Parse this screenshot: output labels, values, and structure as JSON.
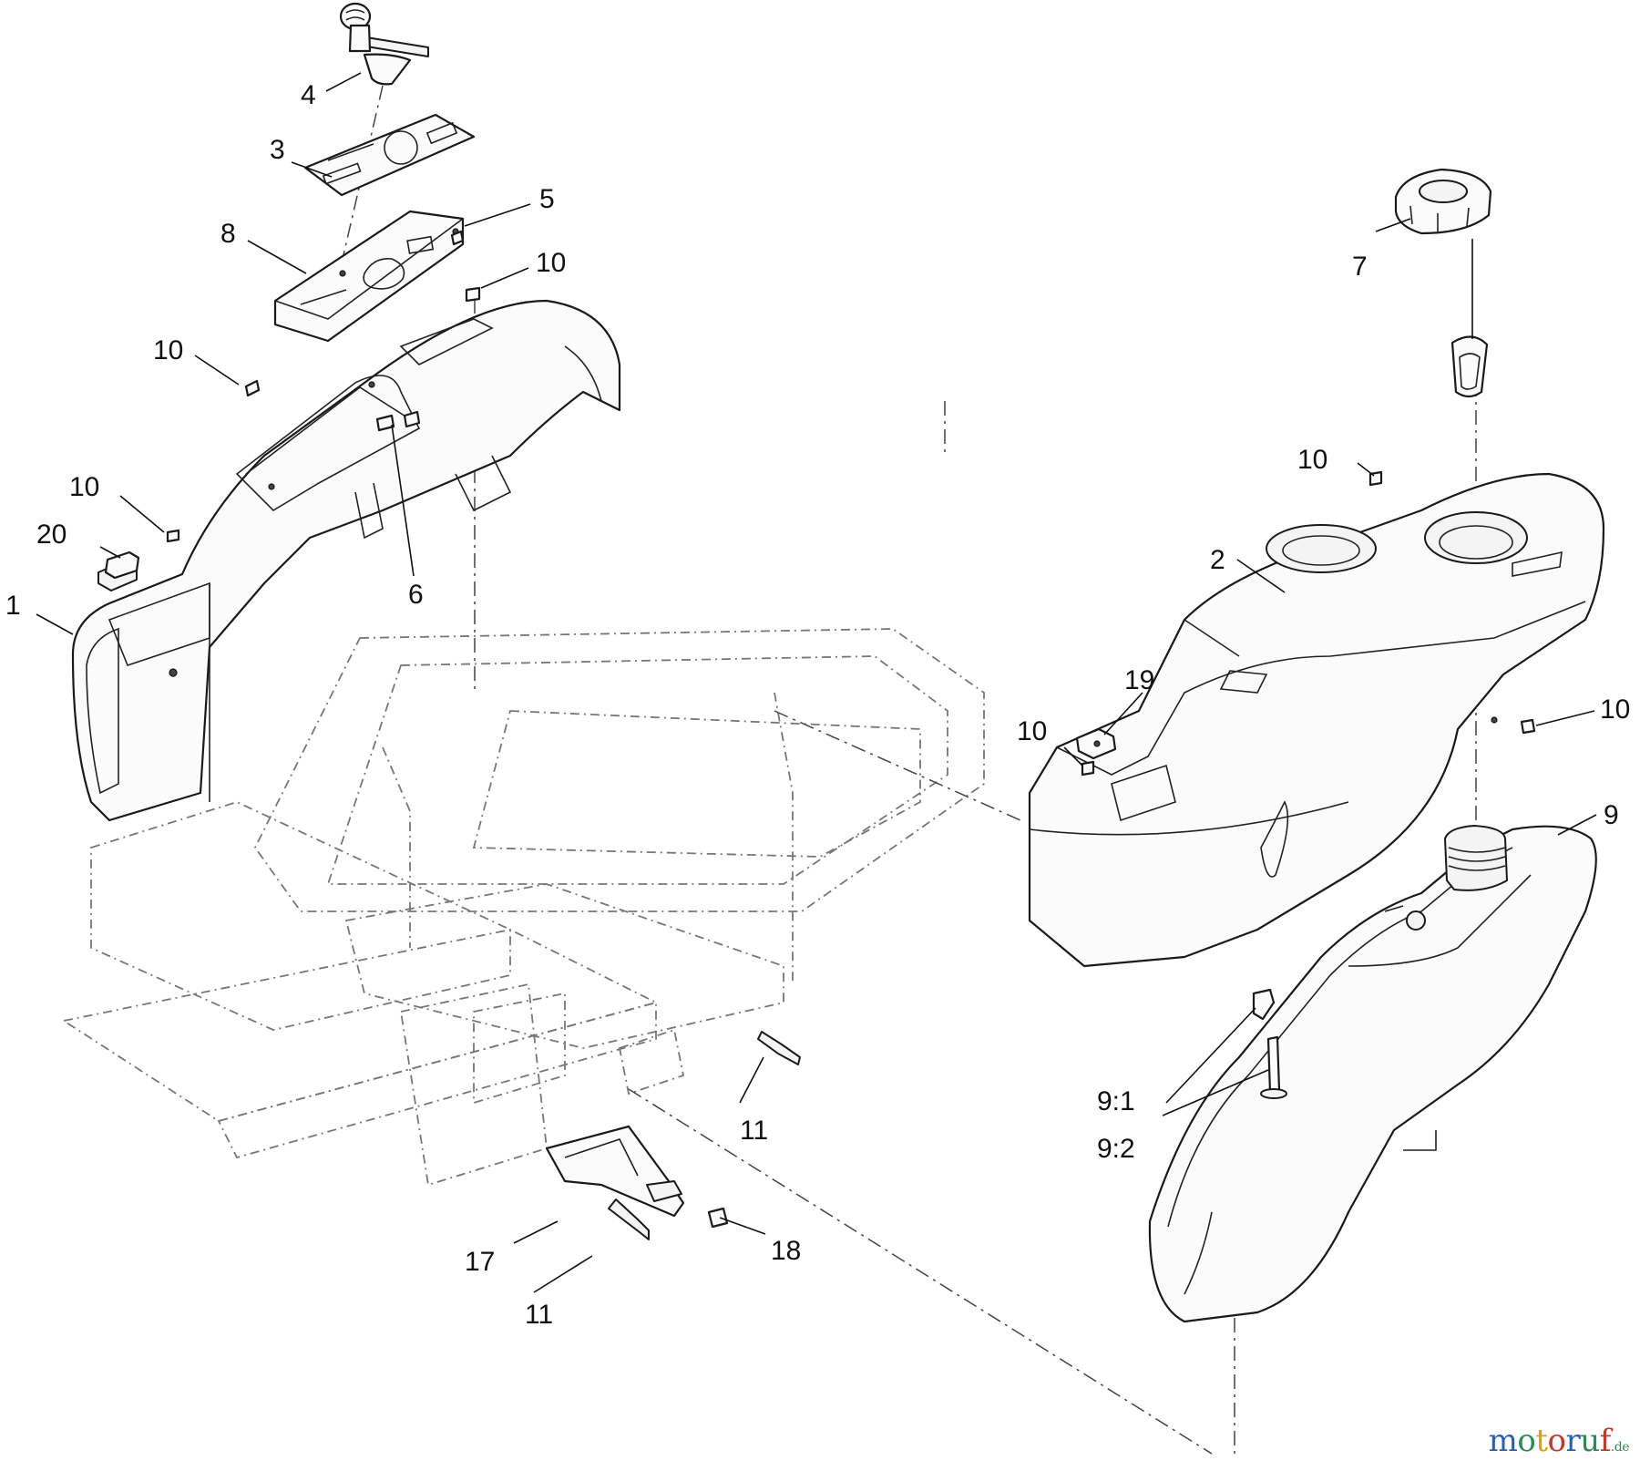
{
  "diagram": {
    "callouts": {
      "c1": "1",
      "c2": "2",
      "c3": "3",
      "c4": "4",
      "c5": "5",
      "c6": "6",
      "c7": "7",
      "c8": "8",
      "c9": "9",
      "c9_1": "9:1",
      "c9_2": "9:2",
      "c10a": "10",
      "c10b": "10",
      "c10c": "10",
      "c10d": "10",
      "c10e": "10",
      "c10f": "10",
      "c11a": "11",
      "c11b": "11",
      "c17": "17",
      "c18": "18",
      "c19": "19",
      "c20": "20"
    }
  },
  "watermark": {
    "letters": [
      "m",
      "o",
      "t",
      "o",
      "r",
      "u",
      "f"
    ],
    "letter_colors": [
      "#2b5fb0",
      "#2e8b57",
      "#d9a400",
      "#c0392b",
      "#2b5fb0",
      "#2e8b57",
      "#c0392b"
    ],
    "tld": ".de"
  }
}
